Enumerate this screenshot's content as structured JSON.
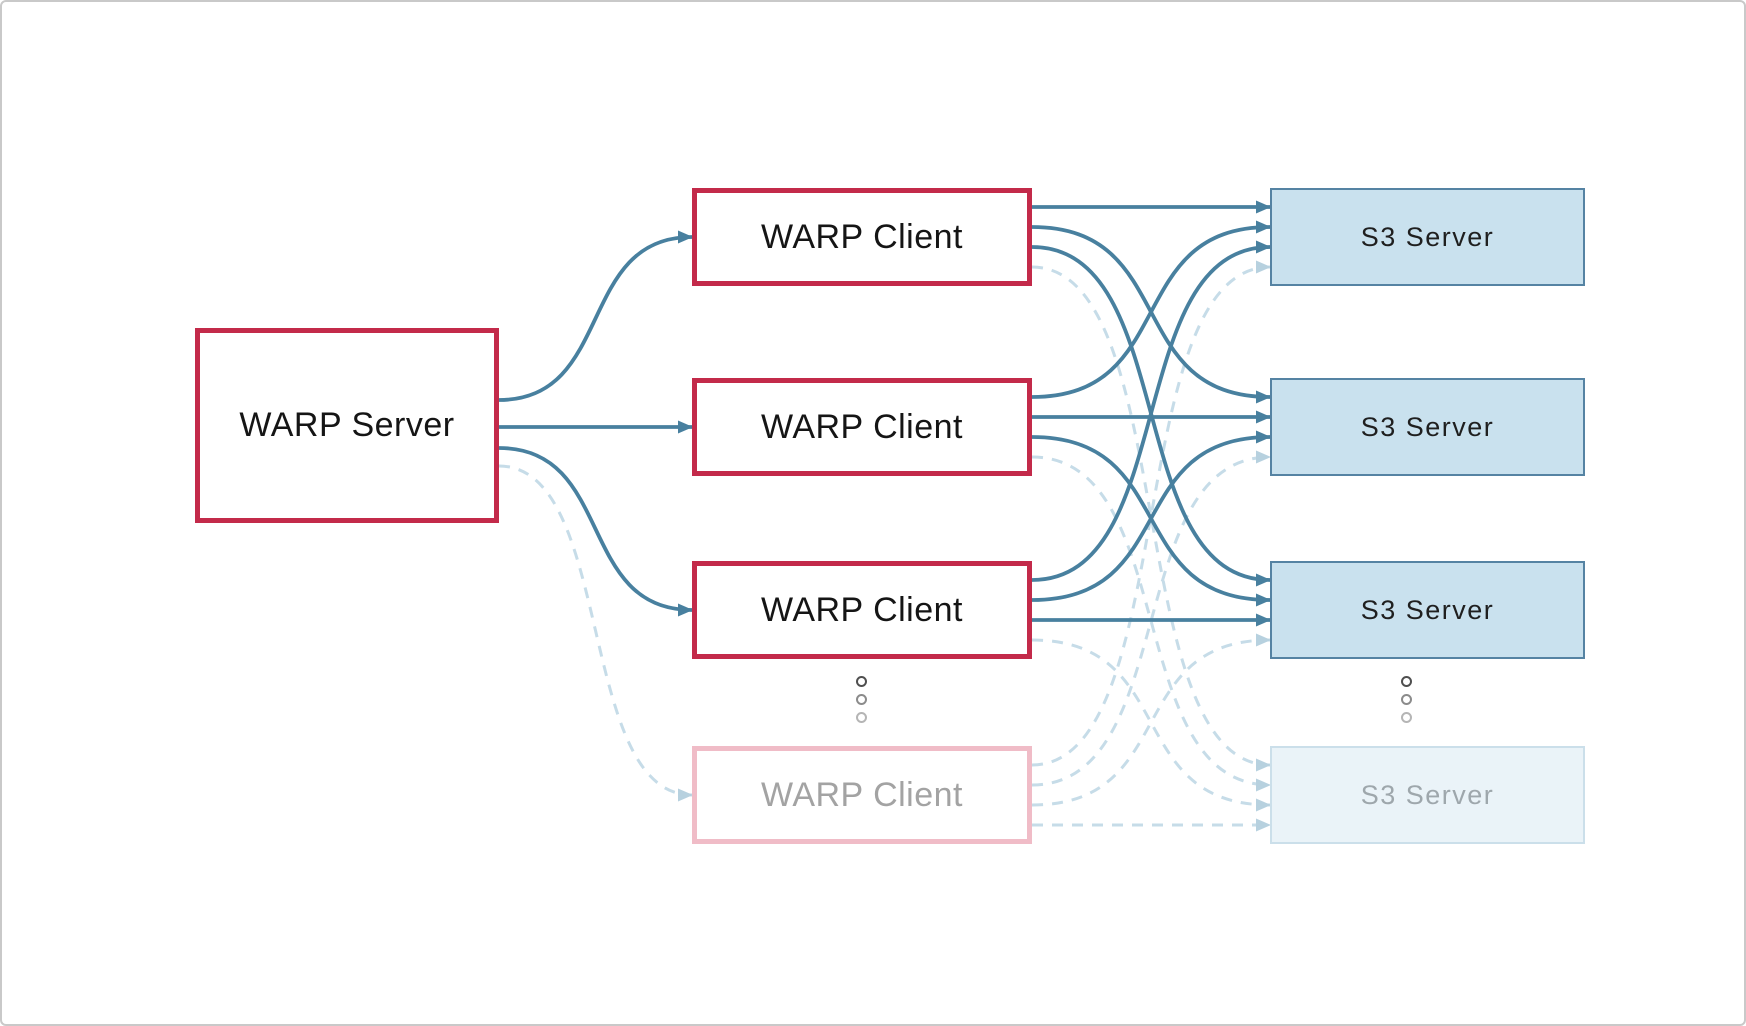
{
  "diagram": {
    "warp_server": {
      "label": "WARP Server"
    },
    "warp_clients": [
      {
        "label": "WARP Client",
        "faded": false
      },
      {
        "label": "WARP Client",
        "faded": false
      },
      {
        "label": "WARP Client",
        "faded": false
      },
      {
        "label": "WARP Client",
        "faded": true
      }
    ],
    "s3_servers": [
      {
        "label": "S3 Server",
        "faded": false
      },
      {
        "label": "S3 Server",
        "faded": false
      },
      {
        "label": "S3 Server",
        "faded": false
      },
      {
        "label": "S3 Server",
        "faded": true
      }
    ],
    "more_indicator": "vertical-ellipsis"
  },
  "edges": {
    "server_to_clients": [
      {
        "from": "warp-server",
        "to": 1,
        "style": "solid"
      },
      {
        "from": "warp-server",
        "to": 2,
        "style": "solid"
      },
      {
        "from": "warp-server",
        "to": 3,
        "style": "solid"
      },
      {
        "from": "warp-server",
        "to": 4,
        "style": "dashed"
      }
    ],
    "clients_to_servers": [
      {
        "from": 1,
        "to": 1,
        "style": "solid"
      },
      {
        "from": 1,
        "to": 2,
        "style": "solid"
      },
      {
        "from": 1,
        "to": 3,
        "style": "solid"
      },
      {
        "from": 1,
        "to": 4,
        "style": "dashed"
      },
      {
        "from": 2,
        "to": 1,
        "style": "solid"
      },
      {
        "from": 2,
        "to": 2,
        "style": "solid"
      },
      {
        "from": 2,
        "to": 3,
        "style": "solid"
      },
      {
        "from": 2,
        "to": 4,
        "style": "dashed"
      },
      {
        "from": 3,
        "to": 1,
        "style": "solid"
      },
      {
        "from": 3,
        "to": 2,
        "style": "solid"
      },
      {
        "from": 3,
        "to": 3,
        "style": "solid"
      },
      {
        "from": 3,
        "to": 4,
        "style": "dashed"
      },
      {
        "from": 4,
        "to": 1,
        "style": "dashed"
      },
      {
        "from": 4,
        "to": 2,
        "style": "dashed"
      },
      {
        "from": 4,
        "to": 3,
        "style": "dashed"
      },
      {
        "from": 4,
        "to": 4,
        "style": "dashed"
      }
    ]
  },
  "colors": {
    "red_border": "#C32A4A",
    "faded_red_border": "#F0BCC7",
    "solid_line": "#48809F",
    "dashed_line": "#C6DCE8",
    "dashed_arrowhead": "#B7D1DF",
    "s3_fill": "#C9E1EE",
    "s3_border": "#5583A3",
    "s3_faded_fill": "#EAF3F8",
    "s3_faded_border": "#CBDFEA",
    "label_text": "#151515",
    "faded_label_text": "#A3A3A3",
    "faded_s3_text": "#9EA7AC",
    "frame_border": "#C9C9C9",
    "dot_rings": [
      "#4F4F4F",
      "#8B8B8B",
      "#B5B5B5"
    ]
  }
}
